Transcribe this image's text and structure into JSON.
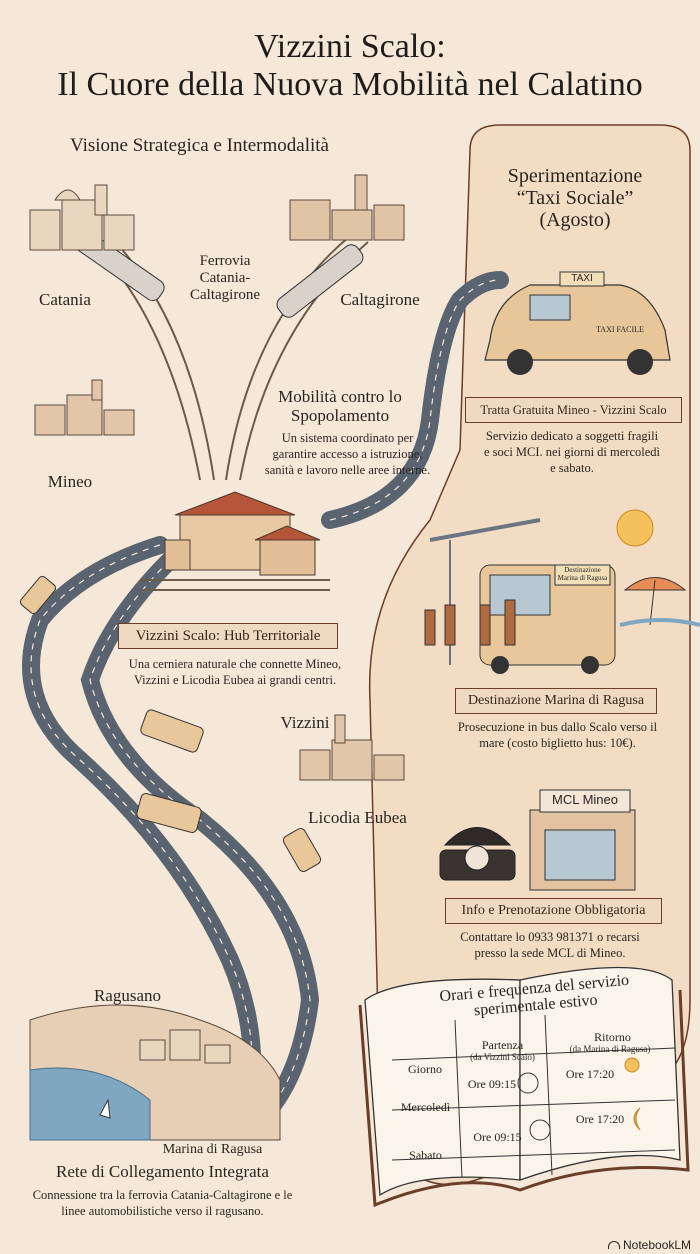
{
  "header": {
    "title_line1": "Vizzini Scalo:",
    "title_line2": "Il Cuore della Nuova Mobilità nel Calatino"
  },
  "vision": {
    "heading": "Visione Strategica e Intermodalità",
    "place_catania": "Catania",
    "place_caltagirone": "Caltagirone",
    "rail_label": "Ferrovia Catania-Caltagirone",
    "place_mineo": "Mineo",
    "depop_title": "Mobilità contro lo Spopolamento",
    "depop_text": "Un sistema coordinato per garantire accesso a istruzione, sanità e lavoro nelle aree interne."
  },
  "hub": {
    "banner": "Vizzini Scalo: Hub Territoriale",
    "text": "Una cerniera naturale che connette Mineo, Vizzini e Licodia Eubea ai grandi centri."
  },
  "towns": {
    "vizzini": "Vizzini",
    "licodia": "Licodia Eubea",
    "ragusano": "Ragusano",
    "marina": "Marina di Ragusa"
  },
  "network": {
    "title": "Rete di Collegamento Integrata",
    "text": "Connessione tra la ferrovia Catania-Caltagirone e le linee automobilistiche verso il ragusano."
  },
  "taxi": {
    "heading": "Sperimentazione “Taxi Sociale” (Agosto)",
    "sign": "TAXI",
    "door_text": "TAXI FACILE",
    "banner": "Tratta Gratuita Mineo - Vizzini Scalo",
    "text": "Servizio dedicato a soggetti fragili e soci MCI. nei giorni di mercoledì e sabato."
  },
  "bus": {
    "destination_sign": "Destinazione Marina di Ragusa",
    "banner": "Destinazione Marina di Ragusa",
    "text": "Prosecuzione in bus dallo Scalo verso il mare (costo biglietto hus: 10€)."
  },
  "info": {
    "shop_sign": "MCL Mineo",
    "banner": "Info e Prenotazione Obbligatoria",
    "text": "Contattare lo 0933 981371 o recarsi presso la sede MCL di Mineo."
  },
  "schedule": {
    "title": "Orari e frequenza del servizio sperimentale estivo",
    "col_day": "Giorno",
    "col_dep": "Partenza",
    "col_dep_sub": "(da Vizzini Scalo)",
    "col_ret": "Ritorno",
    "col_ret_sub": "(da Marina di Ragusa)",
    "rows": [
      {
        "day": "Mercoledì",
        "dep": "Ore 09:15",
        "ret": "Ore 17:20"
      },
      {
        "day": "Sabato",
        "dep": "Ore 09:15",
        "ret": "Ore 17:20"
      }
    ]
  },
  "footer": {
    "brand": "NotebookLM"
  },
  "colors": {
    "background": "#f6e8d8",
    "banner_border": "#6b3e2a",
    "road": "#5a6470",
    "rail": "#6b5a4a"
  }
}
